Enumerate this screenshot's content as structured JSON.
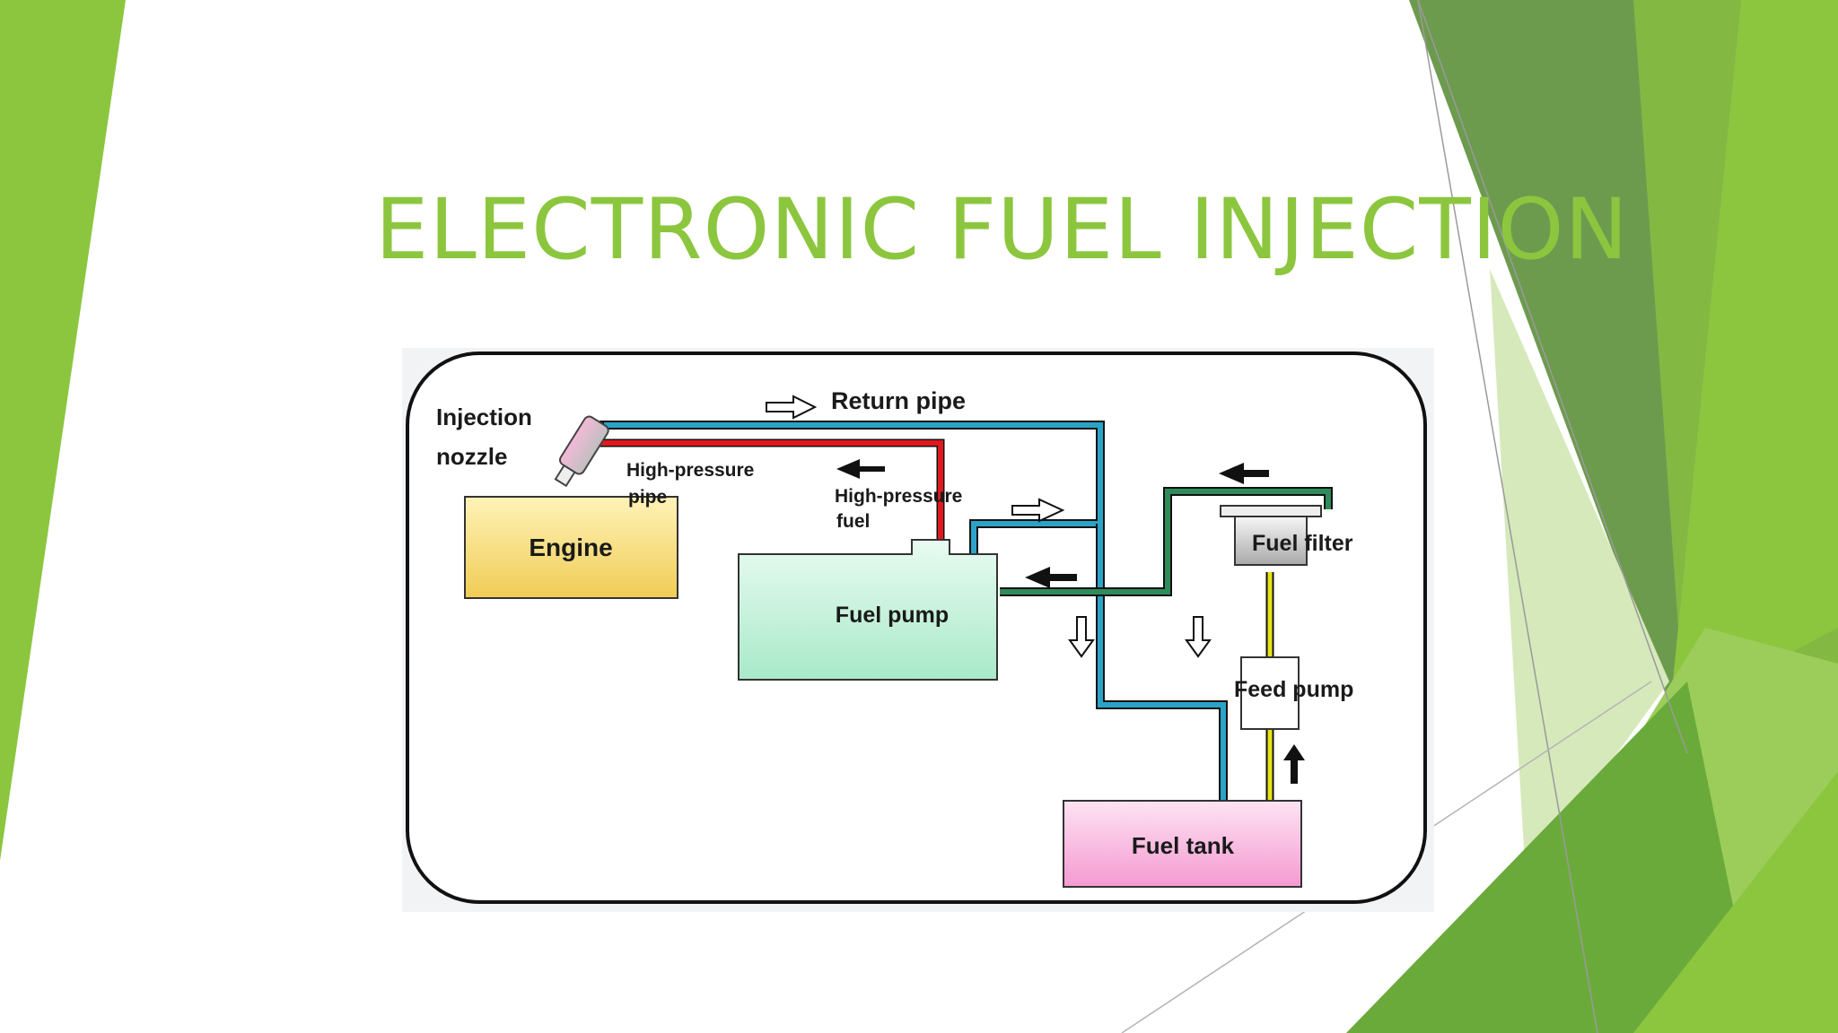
{
  "slide": {
    "title": "ELECTRONIC FUEL INJECTION"
  },
  "diagram": {
    "labels": {
      "injection_nozzle_1": "Injection",
      "injection_nozzle_2": "nozzle",
      "return_pipe": "Return pipe",
      "high_pressure_pipe_1": "High-pressure",
      "high_pressure_pipe_2": "pipe",
      "high_pressure_fuel_1": "High-pressure",
      "high_pressure_fuel_2": "fuel",
      "engine": "Engine",
      "fuel_pump": "Fuel pump",
      "fuel_filter": "Fuel filter",
      "feed_pump": "Feed pump",
      "fuel_tank": "Fuel tank"
    },
    "colors": {
      "return_line": "#2aa3c7",
      "high_pressure_line": "#e0191e",
      "feed_line": "#2f8c5a",
      "tank_to_filter_line": "#e8e21a",
      "engine_box": "#f5d96b",
      "fuel_pump_box": "#bff0d8",
      "fuel_tank_box": "#f6a9d6",
      "fuel_filter_box": "#c7c7c7"
    }
  },
  "theme": {
    "accent": "#8cc63f",
    "accent_dark": "#5e9c3c"
  }
}
